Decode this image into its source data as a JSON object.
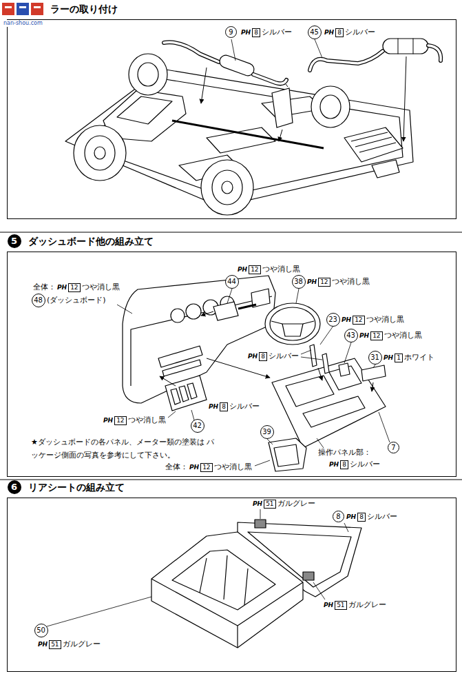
{
  "diagram": {
    "nodes": [
      {
        "text": [
          "ラーの取り付け"
        ]
      },
      {
        "text": [
          "9"
        ],
        "in": 0
      },
      {
        "text": [
          "45"
        ],
        "in": 0
      },
      {
        "text": [
          "ダッシュボード他の組み立て"
        ]
      },
      {
        "text": [
          "5"
        ],
        "in": 3
      },
      {
        "text": [
          "48"
        ],
        "in": 3
      },
      {
        "text": [
          "44"
        ],
        "in": 3
      },
      {
        "text": [
          "38"
        ],
        "in": 3
      },
      {
        "text": [
          "23"
        ],
        "in": 3
      },
      {
        "text": [
          "43"
        ],
        "in": 3
      },
      {
        "text": [
          "31"
        ],
        "in": 3
      },
      {
        "text": [
          "42"
        ],
        "in": 3
      },
      {
        "text": [
          "39"
        ],
        "in": 3
      },
      {
        "text": [
          "7"
        ],
        "in": 3
      },
      {
        "text": [
          "リアシートの組み立て"
        ]
      },
      {
        "text": [
          "6"
        ],
        "in": 14
      },
      {
        "text": [
          "8"
        ],
        "in": 14
      },
      {
        "text": [
          "50"
        ],
        "in": 14
      }
    ],
    "labels": [
      "nan-shou.com",
      "PH",
      "8",
      "シルバー",
      "PH",
      "8",
      "シルバー",
      "全体：",
      "PH",
      "12",
      "つや消し黒",
      "(ダッシュボード)",
      "PH",
      "12",
      "つや消し黒",
      "PH",
      "12",
      "つや消し黒",
      "PH",
      "12",
      "つや消し黒",
      "PH",
      "12",
      "つや消し黒",
      "PH",
      "1",
      "ホワイト",
      "PH",
      "8",
      "シルバー",
      "PH",
      "8",
      "シルバー",
      "PH",
      "12",
      "つや消し黒",
      "★ダッシュボードの各パネル、メーター類の塗装は パッケージ側面の写真を参考にして下さい。",
      "全体：",
      "PH",
      "12",
      "つや消し黒",
      "操作パネル部：",
      "PH",
      "8",
      "シルバー",
      "PH",
      "51",
      "ガルグレー",
      "PH",
      "8",
      "シルバー",
      "PH",
      "51",
      "ガルグレー",
      "PH",
      "51",
      "ガルグレー"
    ]
  }
}
